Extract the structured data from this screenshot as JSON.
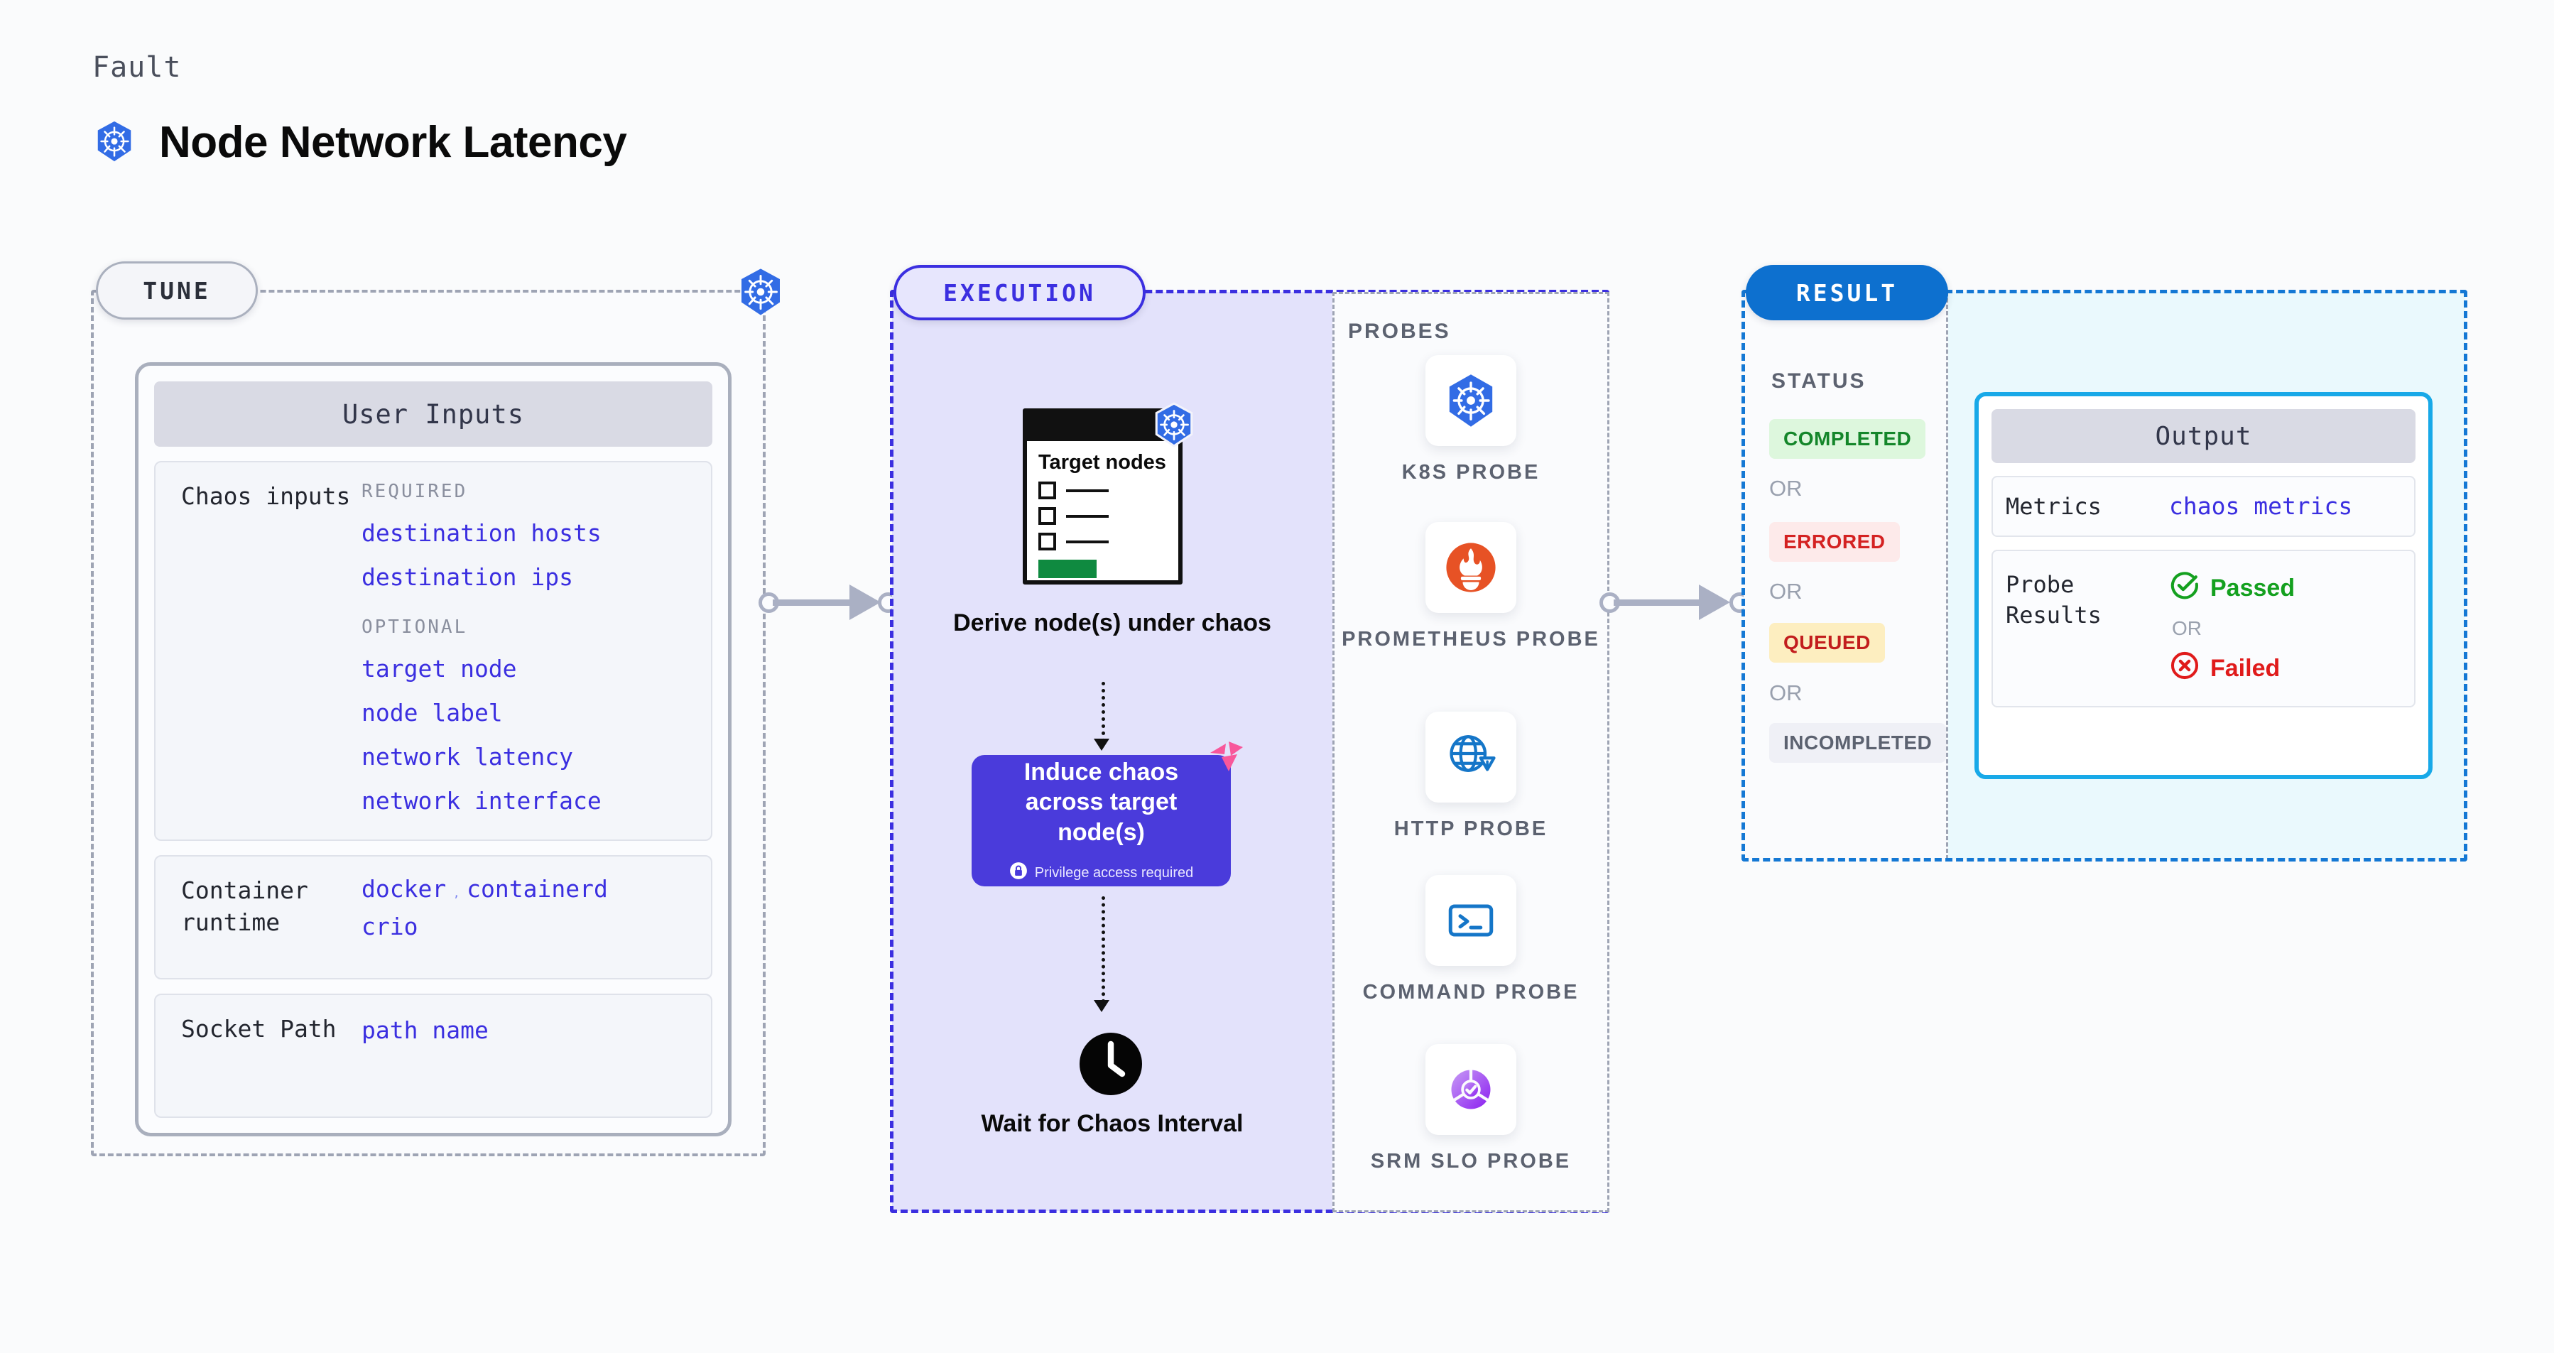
{
  "header": {
    "kicker": "Fault",
    "title": "Node Network Latency",
    "icon": "kubernetes-icon"
  },
  "tune": {
    "pill_label": "TUNE",
    "badge_icon": "kubernetes-icon",
    "card_title": "User Inputs",
    "rows": [
      {
        "label": "Chaos inputs",
        "groups": [
          {
            "title": "REQUIRED",
            "values": [
              "destination hosts",
              "destination ips"
            ]
          },
          {
            "title": "OPTIONAL",
            "values": [
              "target node",
              "node label",
              "network latency",
              "network interface"
            ]
          }
        ]
      },
      {
        "label": "Container runtime",
        "values_inline": [
          "docker",
          "containerd"
        ],
        "separator": ",",
        "values": [
          "crio"
        ]
      },
      {
        "label": "Socket Path",
        "values": [
          "path name"
        ]
      }
    ]
  },
  "execution": {
    "pill_label": "EXECUTION",
    "nodes": [
      {
        "id": "derive",
        "card_title": "Target nodes",
        "badge_icon": "kubernetes-icon",
        "caption": "Derive node(s) under chaos"
      },
      {
        "id": "induce",
        "title": "Induce chaos across target node(s)",
        "note": "Privilege access required",
        "note_icon": "lock-icon",
        "corner_icon": "litmus-logo-icon"
      },
      {
        "id": "wait",
        "icon": "clock-icon",
        "caption": "Wait for Chaos Interval"
      }
    ],
    "probes": {
      "title": "PROBES",
      "items": [
        {
          "name": "K8S PROBE",
          "icon": "kubernetes-icon"
        },
        {
          "name": "PROMETHEUS PROBE",
          "icon": "prometheus-icon"
        },
        {
          "name": "HTTP PROBE",
          "icon": "http-globe-alert-icon"
        },
        {
          "name": "COMMAND PROBE",
          "icon": "terminal-icon"
        },
        {
          "name": "SRM SLO PROBE",
          "icon": "srm-slo-icon"
        }
      ]
    }
  },
  "result": {
    "pill_label": "RESULT",
    "status_title": "STATUS",
    "or_label": "OR",
    "statuses": [
      {
        "label": "COMPLETED",
        "bg": "#ddf7dd",
        "fg": "#14862a"
      },
      {
        "label": "ERRORED",
        "bg": "#fdeaea",
        "fg": "#d42222"
      },
      {
        "label": "QUEUED",
        "bg": "#fdeec0",
        "fg": "#c21d1d"
      },
      {
        "label": "INCOMPLETED",
        "bg": "#eff0f6",
        "fg": "#5c6270"
      }
    ],
    "output": {
      "card_title": "Output",
      "metrics_label": "Metrics",
      "metrics_value": "chaos metrics",
      "probe_results_label": "Probe Results",
      "passed_label": "Passed",
      "failed_label": "Failed",
      "or_label": "OR",
      "passed_icon": "check-circle-icon",
      "failed_icon": "x-circle-icon"
    }
  },
  "colors": {
    "accent_blue": "#3b2fe0",
    "result_blue": "#1478d4",
    "cyan": "#18a9e8",
    "k8s_blue": "#326ce5",
    "pass_green": "#14a01f",
    "fail_red": "#e01b1b",
    "litmus_pink": "#f8579b"
  }
}
